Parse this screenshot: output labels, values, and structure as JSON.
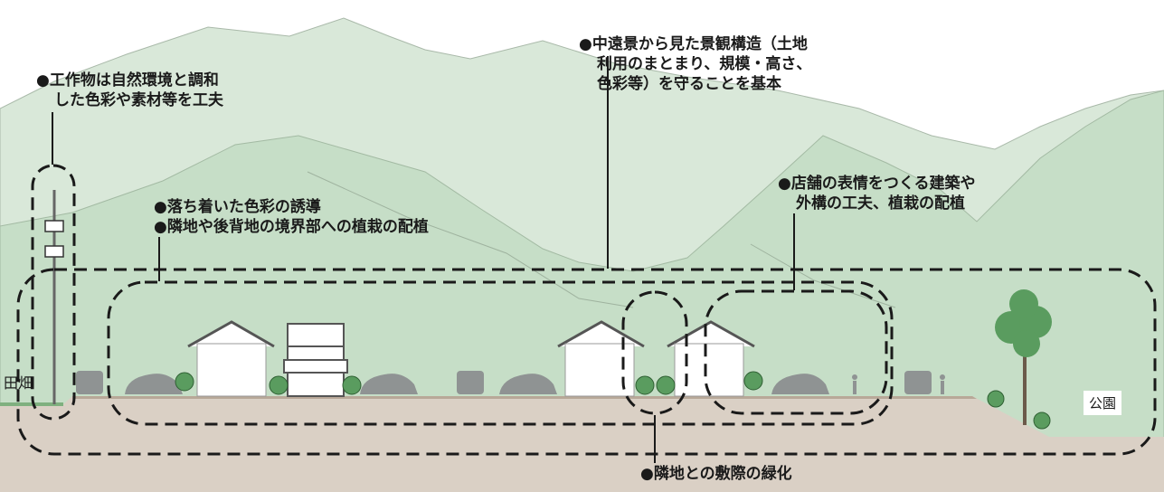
{
  "annotations": {
    "structures": [
      "●工作物は自然環境と調和",
      "した色彩や素材等を工夫"
    ],
    "landscape": [
      "●中遠景から見た景観構造（土地",
      "利用のまとまり、規模・高さ、",
      "色彩等）を守ることを基本"
    ],
    "colors": [
      "●落ち着いた色彩の誘導",
      "●隣地や後背地の境界部への植栽の配植"
    ],
    "storefront": [
      "●店舗の表情をつくる建築や",
      "外構の工夫、植栽の配植"
    ],
    "greening": "●隣地との敷際の緑化"
  },
  "places": {
    "farmland": "田畑",
    "park": "公園"
  },
  "colors": {
    "mountain_back": "#d9e8d9",
    "mountain_front": "#c3dcc4",
    "ground": "#d9cfc4",
    "road": "#c7b7a6",
    "car": "#8f9393",
    "tree": "#5a9c5f",
    "outline": "#1a1a1a"
  }
}
